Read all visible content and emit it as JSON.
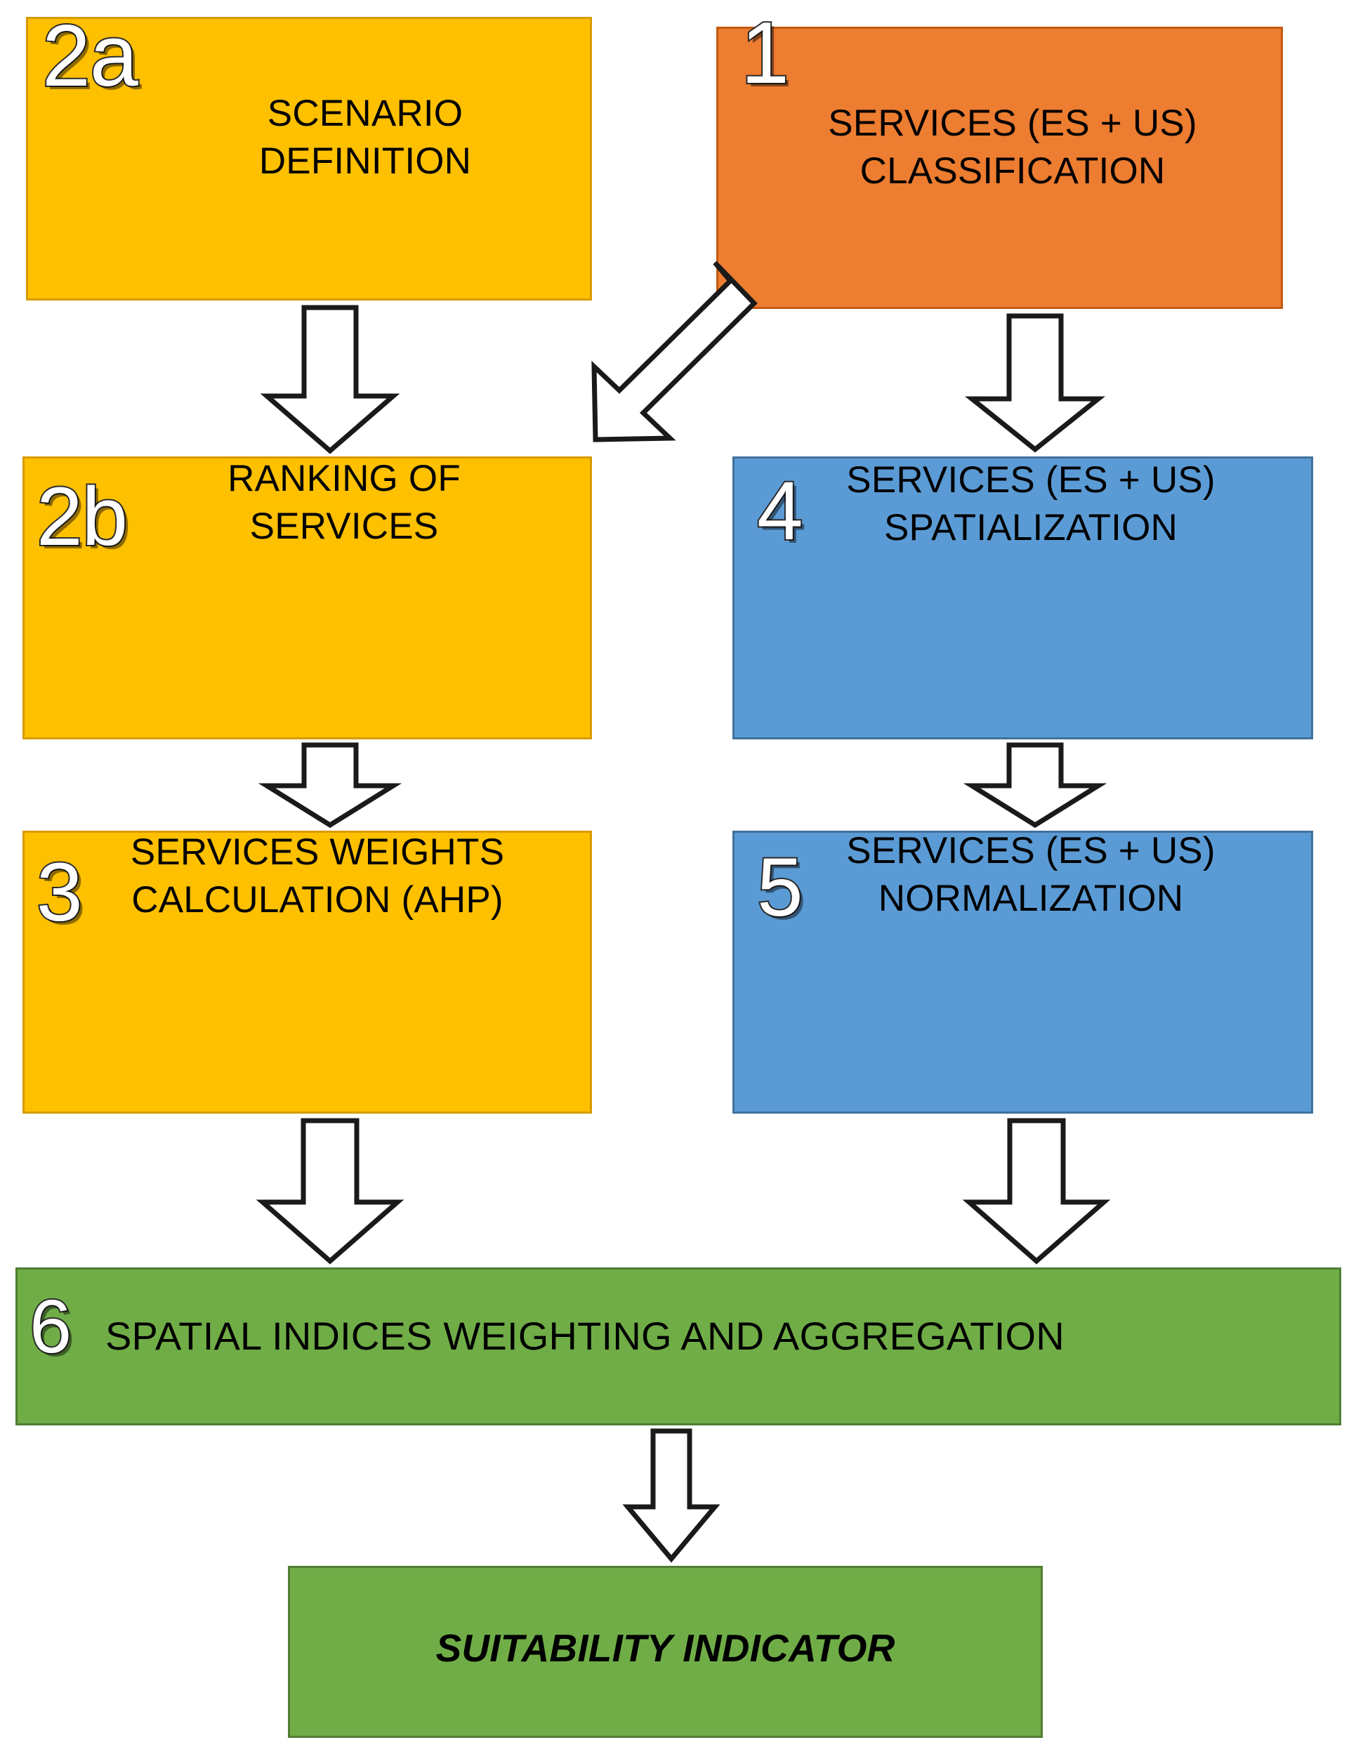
{
  "diagram": {
    "title": "Services assessment methodology flowchart",
    "orientation": "top-to-bottom",
    "colors": {
      "yellow": "#FFC000",
      "yellow_border": "#D79B00",
      "orange": "#ED7D31",
      "orange_border": "#C55A11",
      "blue": "#5B9BD5",
      "blue_border": "#41719C",
      "green": "#70AD47",
      "green_border": "#507E32",
      "arrow_fill": "#FFFFFF",
      "arrow_stroke": "#1A1A1A",
      "text": "#000000",
      "number_fill": "#FFFFFF",
      "number_outline": "#2B2B2B"
    },
    "nodes": [
      {
        "id": "box-2a",
        "number": "2a",
        "label": "SCENARIO\nDEFINITION",
        "color": "yellow"
      },
      {
        "id": "box-1",
        "number": "1",
        "label": "SERVICES (ES + US)\nCLASSIFICATION",
        "color": "orange"
      },
      {
        "id": "box-2b",
        "number": "2b",
        "label": "RANKING OF\nSERVICES",
        "color": "yellow"
      },
      {
        "id": "box-4",
        "number": "4",
        "label": "SERVICES (ES + US)\nSPATIALIZATION",
        "color": "blue"
      },
      {
        "id": "box-3",
        "number": "3",
        "label": "SERVICES WEIGHTS\nCALCULATION (AHP)",
        "color": "yellow"
      },
      {
        "id": "box-5",
        "number": "5",
        "label": "SERVICES (ES + US)\nNORMALIZATION",
        "color": "blue"
      },
      {
        "id": "box-6",
        "number": "6",
        "label": "SPATIAL INDICES WEIGHTING AND AGGREGATION",
        "color": "green"
      },
      {
        "id": "box-7",
        "number": "",
        "label": "SUITABILITY INDICATOR",
        "color": "green"
      }
    ],
    "edges": [
      {
        "id": "arrow-2a-2b",
        "from": "box-2a",
        "to": "box-2b",
        "direction": "down"
      },
      {
        "id": "arrow-1-4",
        "from": "box-1",
        "to": "box-4",
        "direction": "down"
      },
      {
        "id": "arrow-1-2b",
        "from": "box-1",
        "to": "box-2b",
        "direction": "down-left-diagonal"
      },
      {
        "id": "arrow-2b-3",
        "from": "box-2b",
        "to": "box-3",
        "direction": "down"
      },
      {
        "id": "arrow-4-5",
        "from": "box-4",
        "to": "box-5",
        "direction": "down"
      },
      {
        "id": "arrow-3-6",
        "from": "box-3",
        "to": "box-6",
        "direction": "down"
      },
      {
        "id": "arrow-5-6",
        "from": "box-5",
        "to": "box-6",
        "direction": "down"
      },
      {
        "id": "arrow-6-7",
        "from": "box-6",
        "to": "box-7",
        "direction": "down"
      }
    ]
  }
}
